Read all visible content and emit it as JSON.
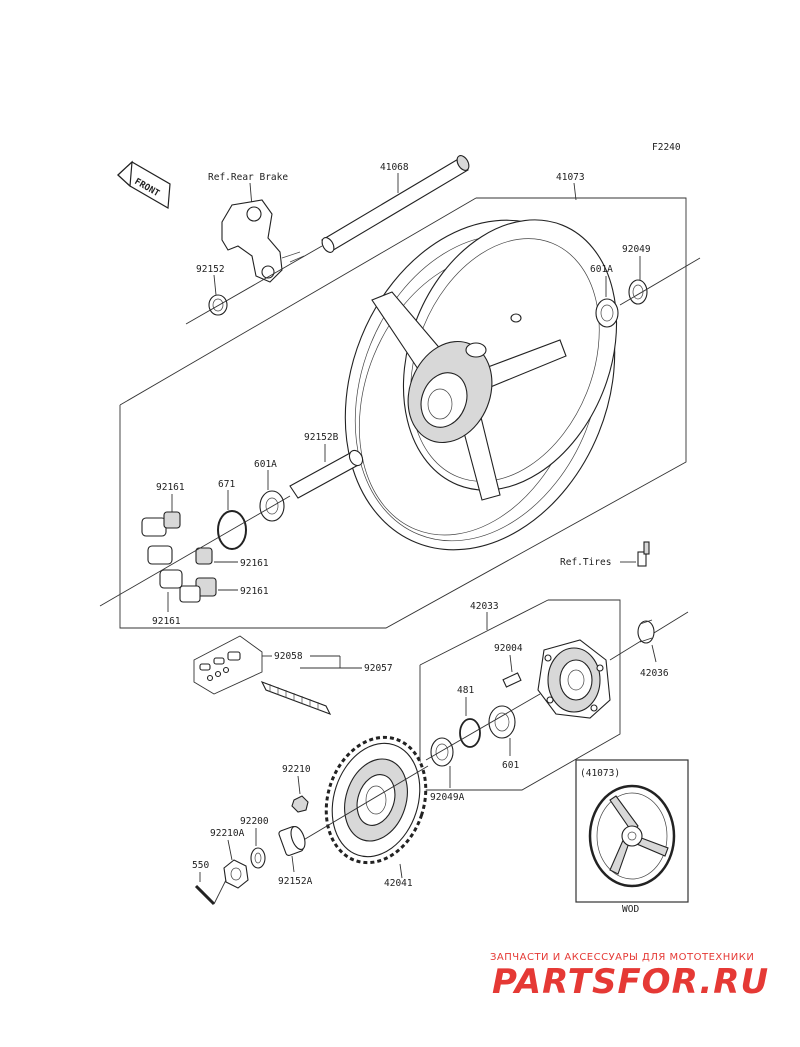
{
  "diagram_code": "F2240",
  "front_label": "FRONT",
  "references": {
    "rear_brake": "Ref.Rear Brake",
    "tires": "Ref.Tires"
  },
  "inset": {
    "label": "(41073)",
    "caption": "WOD"
  },
  "part_labels": {
    "p41068": "41068",
    "p41073": "41073",
    "p92049": "92049",
    "p601A_top": "601A",
    "p92152": "92152",
    "p92152B": "92152B",
    "p601A_mid": "601A",
    "p671": "671",
    "p92161_a": "92161",
    "p92161_b": "92161",
    "p92161_c": "92161",
    "p92161_d": "92161",
    "p42033": "42033",
    "p92004": "92004",
    "p42036": "42036",
    "p92058": "92058",
    "p92057": "92057",
    "p481": "481",
    "p601": "601",
    "p92049A": "92049A",
    "p92210": "92210",
    "p92200": "92200",
    "p92210A": "92210A",
    "p550": "550",
    "p92152A": "92152A",
    "p42041": "42041"
  },
  "watermark": {
    "subtitle": "ЗАПЧАСТИ И АКСЕССУАРЫ ДЛЯ МОТОТЕХНИКИ",
    "logo": "PARTSFOR.RU",
    "color": "#e53935"
  }
}
